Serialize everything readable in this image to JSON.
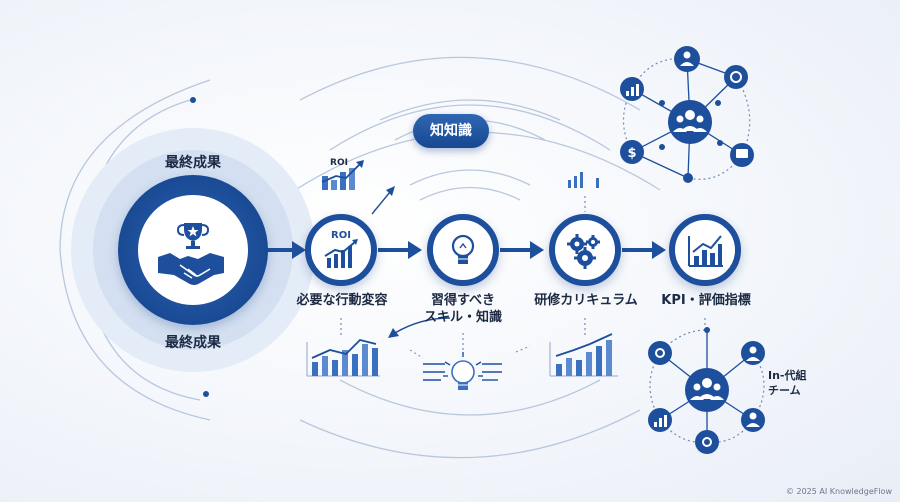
{
  "outcome": {
    "top_label": "最終成果",
    "bottom_label": "最終成果"
  },
  "steps": [
    {
      "label_lines": [
        "必要な行動変容"
      ],
      "icon": "roi-chart-icon"
    },
    {
      "label_lines": [
        "習得すべき",
        "スキル・知識"
      ],
      "icon": "lightbulb-icon"
    },
    {
      "label_lines": [
        "研修カリキュラム"
      ],
      "icon": "gears-icon"
    },
    {
      "label_lines": [
        "KPI・評価指標"
      ],
      "icon": "bar-chart-icon"
    }
  ],
  "knowledge_pill": "知知識",
  "roi_badge": "ROI",
  "roi_circle_text": "ROI",
  "team_label_lines": [
    "In-代組",
    "チーム"
  ],
  "copyright": "© 2025 AI KnowledgeFlow",
  "colors": {
    "primary": "#1d4f9c",
    "dark": "#143f80",
    "light": "#dfe8f5"
  }
}
